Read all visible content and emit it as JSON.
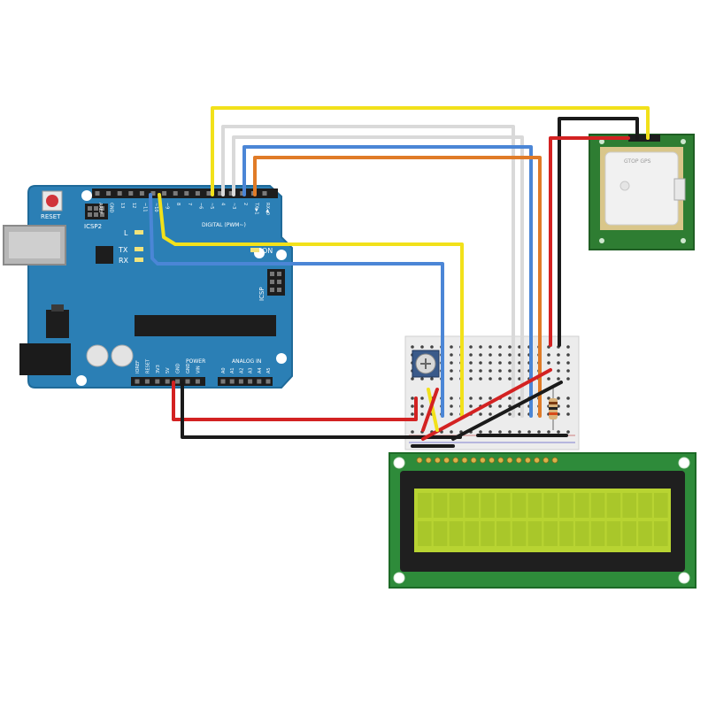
{
  "arduino": {
    "reset_label": "RESET",
    "icsp2_label": "ICSP2",
    "icsp_label": "ICSP",
    "led_l": "L",
    "led_tx": "TX",
    "led_rx": "RX",
    "led_on": "ON",
    "header_top_labels": [
      "AREF",
      "GND",
      "13",
      "12",
      "~11",
      "~10",
      "~9",
      "8",
      "7",
      "~6",
      "~5",
      "4",
      "~3",
      "2",
      "TX▶1",
      "RX◀0"
    ],
    "digital_label": "DIGITAL (PWM~)",
    "header_bottom_labels": [
      "IOREF",
      "RESET",
      "3V3",
      "5V",
      "GND",
      "GND",
      "VIN"
    ],
    "power_label": "POWER",
    "analog_pins": [
      "A0",
      "A1",
      "A2",
      "A3",
      "A4",
      "A5"
    ],
    "analog_label": "ANALOG IN"
  },
  "gps": {
    "chip_text": "GTOP GPS"
  },
  "colors": {
    "board": "#2b7fb5",
    "wire_red": "#d32222",
    "wire_black": "#1a1a1a",
    "wire_yellow": "#f2e11a",
    "wire_white": "#d9d9d9",
    "wire_blue": "#4b86d6",
    "wire_orange": "#e07b27",
    "lcd_screen": "#b8d432",
    "lcd_pcb": "#2e8b3a",
    "gps_pcb": "#2e7d32",
    "breadboard": "#ececec"
  },
  "icons": [
    "arduino-board",
    "gps-module",
    "breadboard",
    "potentiometer",
    "resistor",
    "lcd-16x2"
  ]
}
